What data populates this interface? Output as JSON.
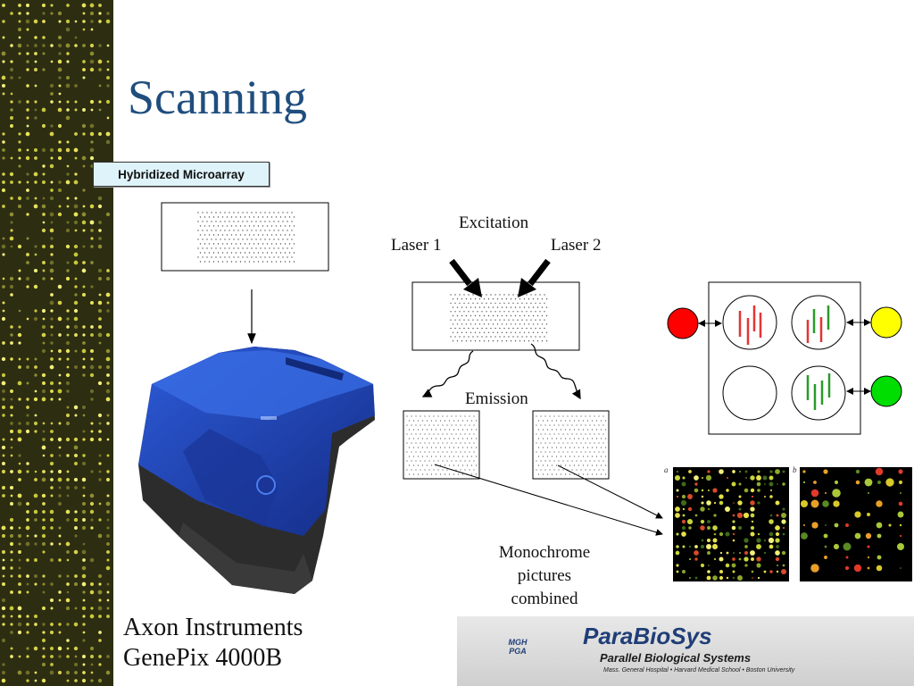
{
  "slide": {
    "title": "Scanning",
    "hybridized_label": "Hybridized Microarray",
    "excitation_label": "Excitation",
    "laser1_label": "Laser 1",
    "laser2_label": "Laser 2",
    "emission_label": "Emission",
    "monochrome_lines": [
      "Monochrome",
      "pictures",
      "combined"
    ],
    "scanner_lines": [
      "Axon Instruments",
      "GenePix 4000B"
    ],
    "panel_captions": [
      "a",
      "b"
    ]
  },
  "banner": {
    "name": "ParaBioSys",
    "subtitle": "Parallel Biological Systems",
    "institutions": "Mass. General Hospital • Harvard Medical School • Boston University",
    "logo_text": [
      "MGH",
      "PGA"
    ]
  },
  "colors": {
    "title": "#1f4e7e",
    "laser_red": "#ff0000",
    "laser_yellow": "#ffff00",
    "laser_green": "#00dd00",
    "red_signal": "#e53333",
    "green_signal": "#2a9a2a",
    "sidebar_bg": "#2d2d12",
    "scanner_blue": "#1e3fa8"
  },
  "icons": [
    "scanner-device-icon",
    "mgh-pga-logo-icon",
    "microarray-thumbnail-icon"
  ]
}
